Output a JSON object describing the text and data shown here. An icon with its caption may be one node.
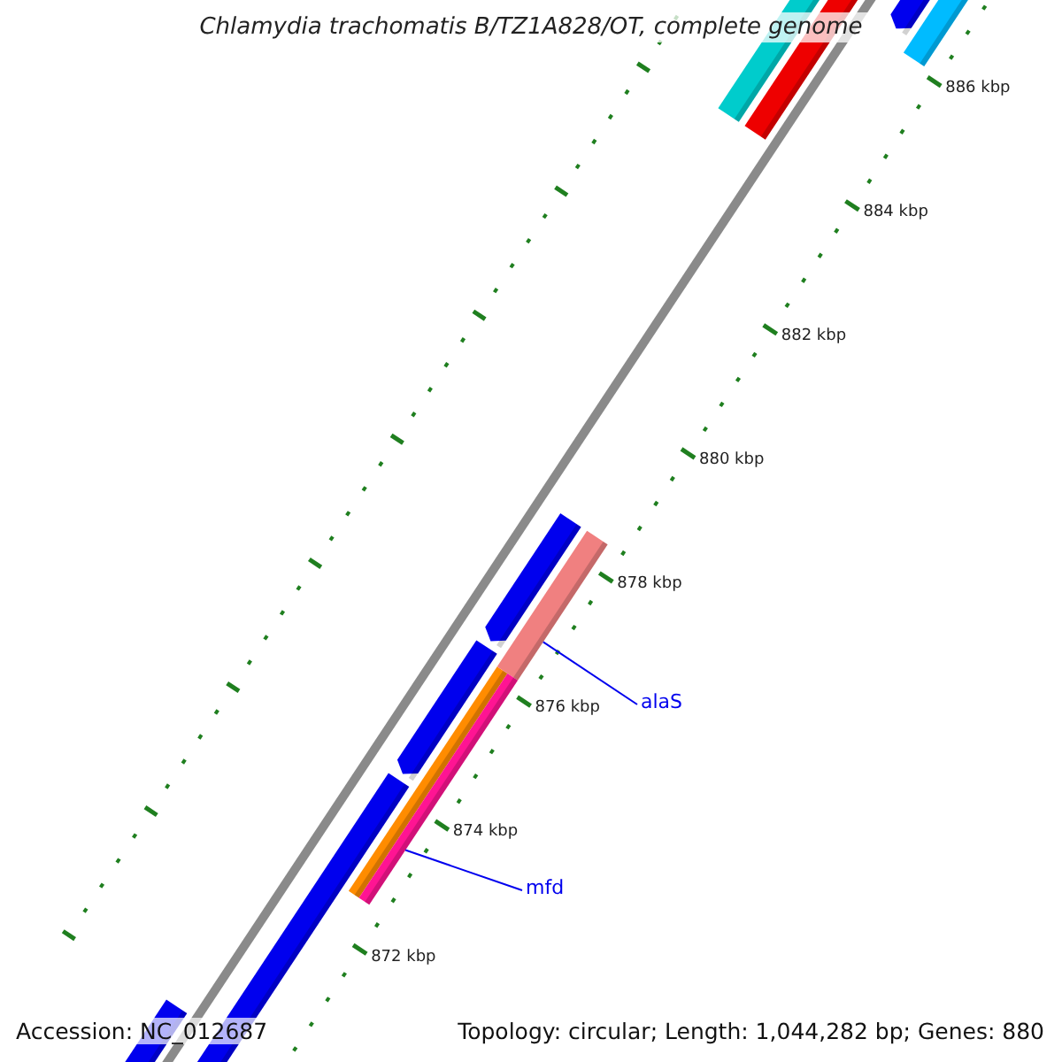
{
  "diagram": {
    "title": "Chlamydia trachomatis B/TZ1A828/OT, complete genome",
    "nodes": [
      {
        "text": [
          "alaS"
        ]
      },
      {
        "text": [],
        "shape": "bar"
      },
      {
        "text": [
          "mfd"
        ]
      },
      {
        "text": [],
        "shape": "bar"
      }
    ],
    "edges": [
      {
        "from": 0,
        "to": 1,
        "arrow": "none"
      },
      {
        "from": 2,
        "to": 3,
        "arrow": "none"
      }
    ],
    "labels": [
      "886 kbp",
      "884 kbp",
      "882 kbp",
      "880 kbp",
      "878 kbp",
      "876 kbp",
      "874 kbp",
      "872 kbp",
      "Accession: NC_012687",
      "Topology: circular; Length: 1,044,282 bp; Genes: 880"
    ]
  }
}
